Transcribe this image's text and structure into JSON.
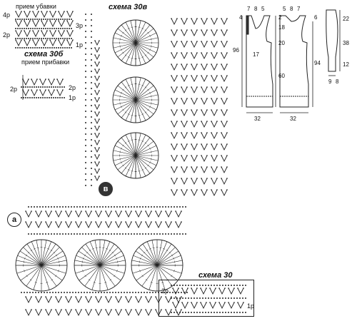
{
  "titles": {
    "decrease": "прием убавки",
    "scheme30b": "схема 30б",
    "increase": "прием прибавки",
    "scheme30v": "схема 30в",
    "scheme30": "схема 30"
  },
  "badges": {
    "a": "а",
    "v": "в"
  },
  "row_labels": {
    "r4": "4р",
    "r3": "3р",
    "r2": "2р",
    "r1": "1р"
  },
  "pattern": {
    "front_top": [
      "7",
      "8",
      "5"
    ],
    "front_left": "4",
    "front_height": "96",
    "front_mid": "17",
    "front_width": "32",
    "back_top": [
      "5",
      "8",
      "7"
    ],
    "back_right": "6",
    "back_marks": [
      "2",
      "18",
      "20",
      "60"
    ],
    "back_height": "94",
    "back_width": "32",
    "sleeve_marks": [
      "22",
      "38",
      "12"
    ],
    "sleeve_bottom": [
      "9",
      "8"
    ]
  },
  "colors": {
    "ink": "#222222",
    "paper": "#ffffff"
  }
}
